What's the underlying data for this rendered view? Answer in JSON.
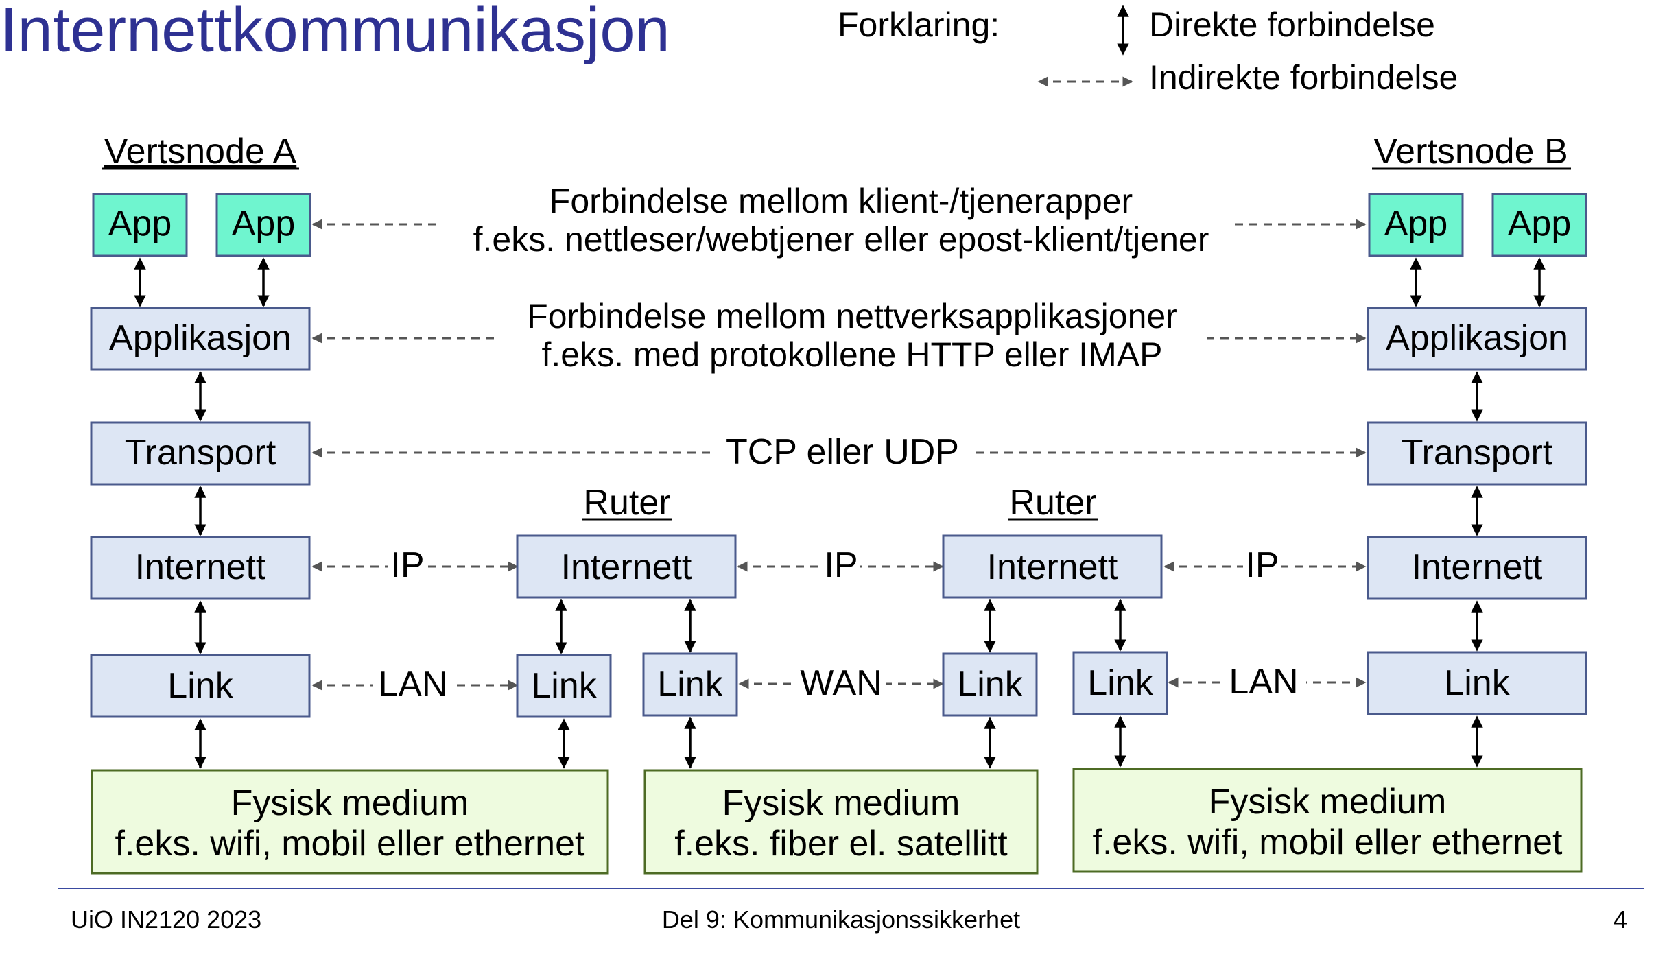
{
  "title": "Internettkommunikasjon",
  "legend": {
    "heading": "Forklaring:",
    "direct": "Direkte forbindelse",
    "indirect": "Indirekte forbindelse"
  },
  "nodes": {
    "host_a": "Vertsnode A",
    "host_b": "Vertsnode B",
    "router_1": "Ruter",
    "router_2": "Ruter"
  },
  "layers": {
    "app": "App",
    "application": "Applikasjon",
    "transport": "Transport",
    "internet": "Internett",
    "link": "Link"
  },
  "connections": {
    "apps_line1": "Forbindelse mellom klient-/tjenerapper",
    "apps_line2": "f.eks. nettleser/webtjener eller epost-klient/tjener",
    "application_line1": "Forbindelse mellom nettverksapplikasjoner",
    "application_line2": "f.eks. med protokollene HTTP eller IMAP",
    "transport": "TCP eller UDP",
    "ip": "IP",
    "lan": "LAN",
    "wan": "WAN"
  },
  "media": [
    {
      "line1": "Fysisk medium",
      "line2": "f.eks. wifi, mobil eller ethernet"
    },
    {
      "line1": "Fysisk medium",
      "line2": "f.eks. fiber el. satellitt"
    },
    {
      "line1": "Fysisk medium",
      "line2": "f.eks. wifi, mobil eller ethernet"
    }
  ],
  "footer": {
    "left": "UiO IN2120 2023",
    "center": "Del 9: Kommunikasjonssikkerhet",
    "page": "4"
  },
  "colors": {
    "title": "#2e3192",
    "app_fill": "#6ff5cf",
    "layer_fill": "#dde6f4",
    "medium_fill": "#eefbdf",
    "footer_rule": "#3a4aa0"
  }
}
